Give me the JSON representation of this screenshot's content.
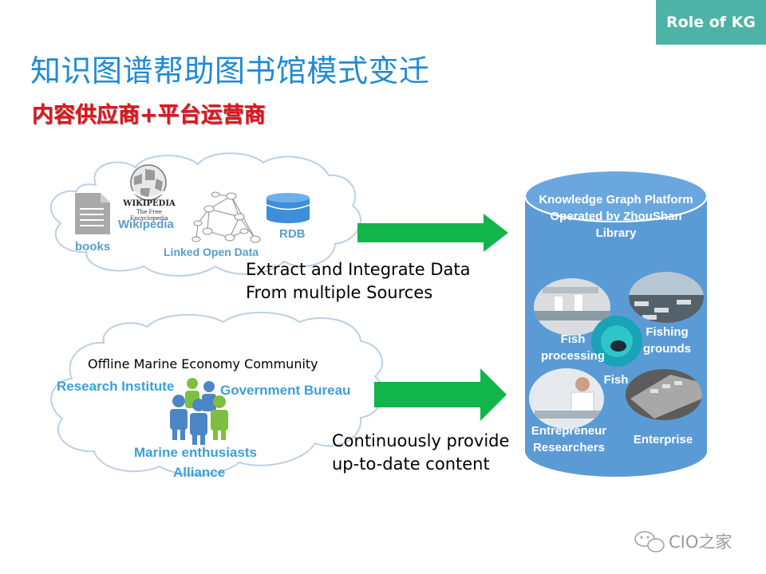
{
  "role_tag": "Role of KG",
  "title": "知识图谱帮助图书馆模式变迁",
  "subtitle": "内容供应商+平台运营商",
  "top_cloud": {
    "books": "books",
    "wikipedia_logo_title": "WIKIPEDIA",
    "wikipedia_logo_sub": "The Free Encyclopedia",
    "wikipedia": "Wikipedia",
    "linked_open_data": "Linked Open Data",
    "rdb": "RDB"
  },
  "bottom_cloud": {
    "community": "Offline Marine Economy Community",
    "research_institute": "Research Institute",
    "government_bureau": "Government Bureau",
    "enthusiasts_line1": "Marine enthusiasts",
    "enthusiasts_line2": "Alliance"
  },
  "captions": {
    "extract_line1": "Extract and Integrate Data",
    "extract_line2": "From multiple Sources",
    "provide_line1": "Continuously provide",
    "provide_line2": "up-to-date content"
  },
  "platform": {
    "line1": "Knowledge Graph Platform",
    "line2": "Operated by ZhouShan",
    "line3": "Library",
    "fish_processing_line1": "Fish",
    "fish_processing_line2": "processing",
    "fishing_grounds_line1": "Fishing",
    "fishing_grounds_line2": "grounds",
    "fish": "Fish",
    "entrepreneur_line1": "Entrepreneur",
    "entrepreneur_line2": "Researchers",
    "enterprise": "Enterprise"
  },
  "watermark": "CIO之家",
  "colors": {
    "accent_teal": "#4db3a6",
    "title_blue": "#1f8ad6",
    "subtitle_red": "#e3141c",
    "arrow_green": "#12b54a",
    "platform_blue": "#5b9bd5",
    "label_blue": "#3aa0d9"
  },
  "icons": [
    "book-icon",
    "wikipedia-globe-icon",
    "linked-data-graph-icon",
    "database-icon",
    "people-group-icon",
    "wechat-icon"
  ]
}
